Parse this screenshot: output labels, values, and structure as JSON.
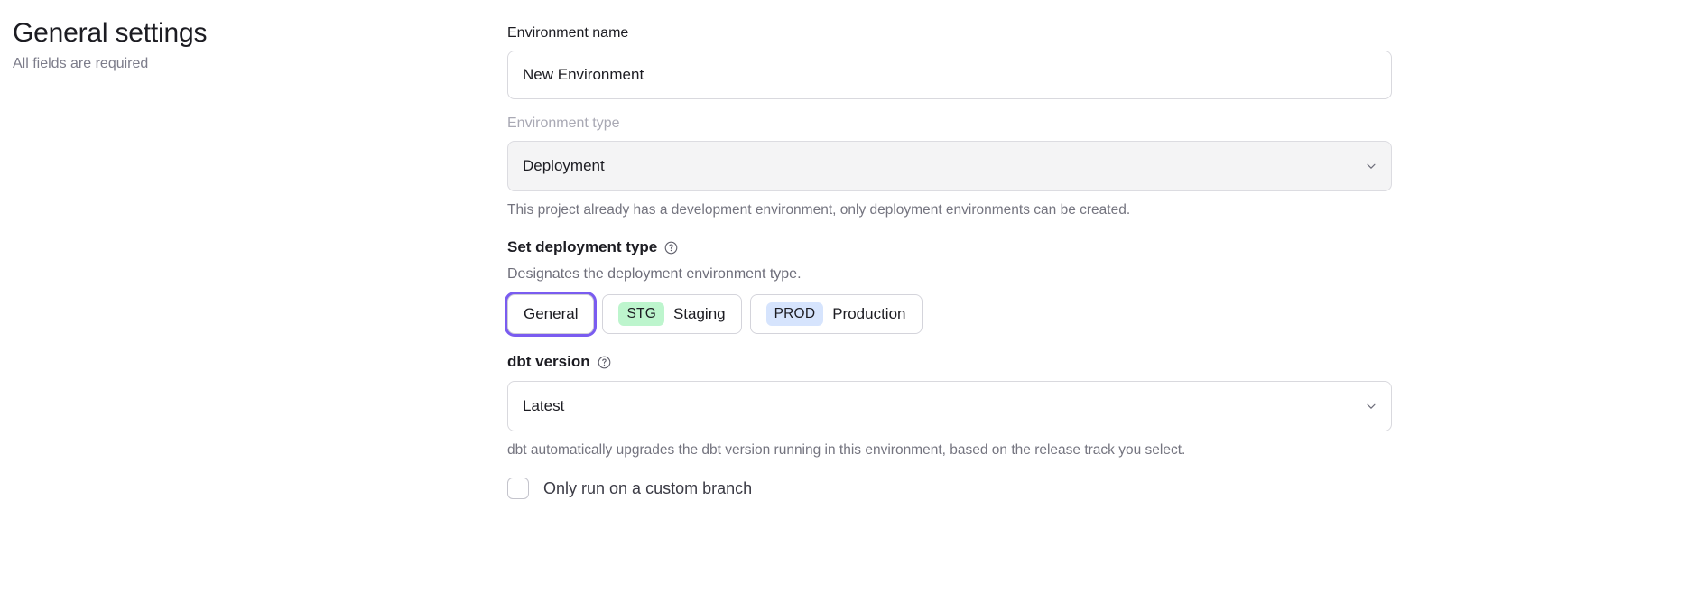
{
  "header": {
    "title": "General settings",
    "subtitle": "All fields are required"
  },
  "form": {
    "environment_name": {
      "label": "Environment name",
      "value": "New Environment",
      "placeholder": "Environment name"
    },
    "environment_type": {
      "label": "Environment type",
      "value": "Deployment",
      "disabled": true,
      "helper": "This project already has a development environment, only deployment environments can be created.",
      "chevron_icon": "chevron-down-icon"
    },
    "deployment_type": {
      "title": "Set deployment type",
      "help_icon": "help-circle-icon",
      "description": "Designates the deployment environment type.",
      "options": [
        {
          "label": "General",
          "badge": "",
          "badge_kind": "",
          "selected": true
        },
        {
          "label": "Staging",
          "badge": "STG",
          "badge_kind": "stg",
          "selected": false
        },
        {
          "label": "Production",
          "badge": "PROD",
          "badge_kind": "prod",
          "selected": false
        }
      ]
    },
    "dbt_version": {
      "label": "dbt version",
      "help_icon": "help-circle-icon",
      "value": "Latest",
      "helper": "dbt automatically upgrades the dbt version running in this environment, based on the release track you select.",
      "chevron_icon": "chevron-down-icon"
    },
    "custom_branch": {
      "label": "Only run on a custom branch",
      "checked": false
    }
  },
  "colors": {
    "focus_ring": "#7a5cf0",
    "badge_stg": "#bdf5cd",
    "badge_prod": "#d6e4fd",
    "text_primary": "#1c1c22",
    "text_muted": "#74747f"
  }
}
